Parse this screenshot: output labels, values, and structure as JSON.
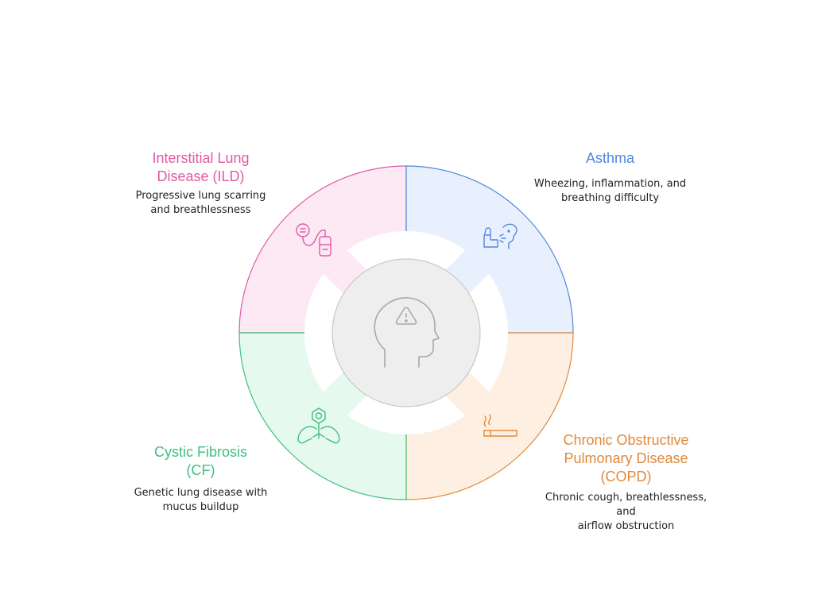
{
  "segments": {
    "ild": {
      "title_line1": "Interstitial Lung",
      "title_line2": "Disease (ILD)",
      "desc_line1": "Progressive lung scarring",
      "desc_line2": "and breathlessness",
      "color": "#e05aa6",
      "fill": "#fde9f4",
      "icon": "oxygen-concentrator-icon"
    },
    "asthma": {
      "title_line1": "Asthma",
      "desc_line1": "Wheezing, inflammation, and",
      "desc_line2": "breathing difficulty",
      "color": "#4f87de",
      "fill": "#e9f0fd",
      "icon": "inhaler-icon"
    },
    "cf": {
      "title_line1": "Cystic Fibrosis",
      "title_line2": "(CF)",
      "desc_line1": "Genetic lung disease with",
      "desc_line2": "mucus buildup",
      "color": "#3fbf7f",
      "fill": "#e6f9ee",
      "icon": "lungs-cell-icon"
    },
    "copd": {
      "title_line1": "Chronic Obstructive",
      "title_line2": "Pulmonary Disease",
      "title_line3": "(COPD)",
      "desc_line1": "Chronic cough, breathlessness,",
      "desc_line2": "and",
      "desc_line3": "airflow obstruction",
      "color": "#e08a3c",
      "fill": "#fdf0e2",
      "icon": "cigarette-icon"
    }
  },
  "center": {
    "icon": "head-warning-icon",
    "fill": "#eeeeee",
    "stroke": "#c8c8c8"
  }
}
